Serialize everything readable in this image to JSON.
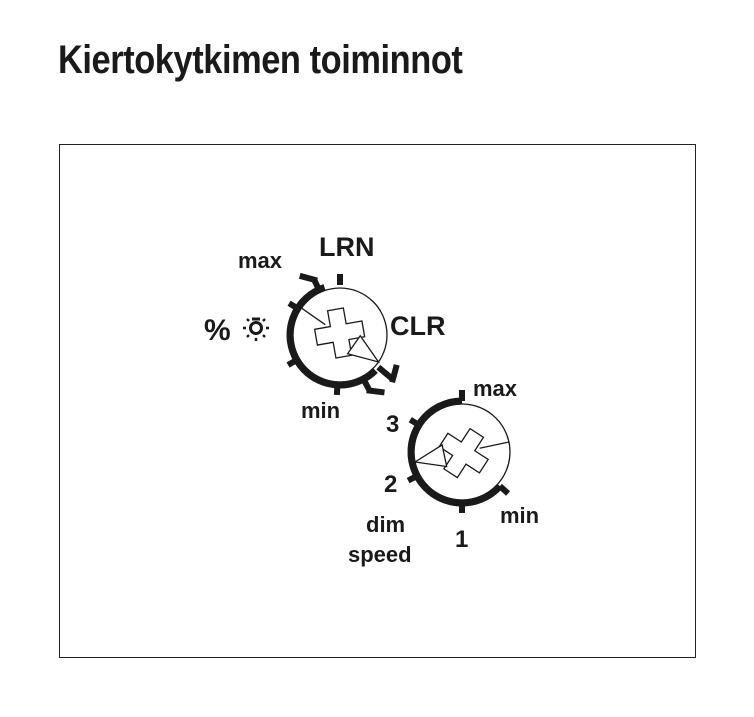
{
  "title": "Kiertokytkimen toiminnot",
  "dial1": {
    "labels": {
      "max": "max",
      "lrn": "LRN",
      "clr": "CLR",
      "min": "min",
      "percent": "%"
    },
    "icons": [
      "percent-icon",
      "lamp-icon"
    ]
  },
  "dial2": {
    "labels": {
      "max": "max",
      "three": "3",
      "two": "2",
      "one": "1",
      "min": "min",
      "dim": "dim",
      "speed": "speed"
    }
  },
  "colors": {
    "ink": "#1a1a1a",
    "background": "#ffffff"
  }
}
